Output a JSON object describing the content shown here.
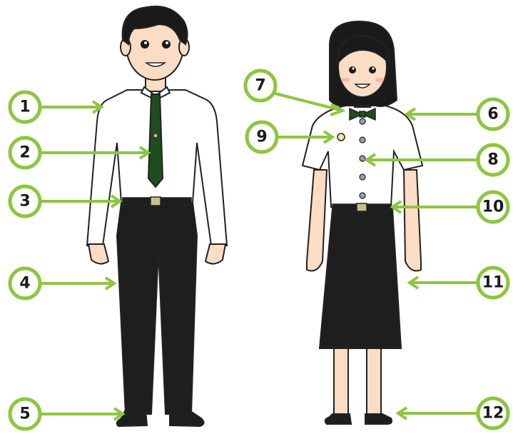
{
  "colors": {
    "accent": "#8dc63f",
    "shirt": "#ffffff",
    "tie": "#1e4d1e",
    "pants": "#1e1e1e",
    "skin": "#fbdcc4",
    "hair": "#1a1a1a",
    "belt_buckle": "#c8c08a",
    "outline": "#222222"
  },
  "callouts": [
    {
      "number": "1",
      "target": "white long-sleeve shirt"
    },
    {
      "number": "2",
      "target": "green necktie"
    },
    {
      "number": "3",
      "target": "black belt"
    },
    {
      "number": "4",
      "target": "black trousers"
    },
    {
      "number": "5",
      "target": "black shoes"
    },
    {
      "number": "6",
      "target": "white short-sleeve blouse"
    },
    {
      "number": "7",
      "target": "green bow tie"
    },
    {
      "number": "8",
      "target": "blouse buttons"
    },
    {
      "number": "9",
      "target": "pin badge"
    },
    {
      "number": "10",
      "target": "black belt"
    },
    {
      "number": "11",
      "target": "black skirt"
    },
    {
      "number": "12",
      "target": "black flat shoes"
    }
  ]
}
